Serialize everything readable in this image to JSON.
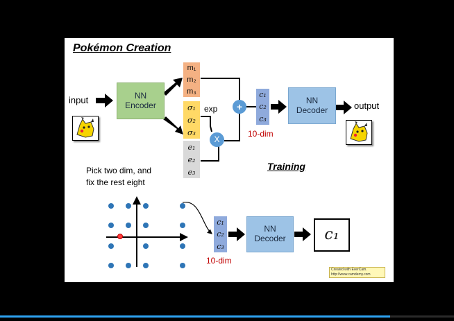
{
  "slide": {
    "title": "Pokémon Creation",
    "input_label": "input",
    "output_label": "output",
    "encoder_label": "NN\nEncoder",
    "decoder_label": "NN\nDecoder",
    "decoder2_label": "NN\nDecoder",
    "m_labels": [
      "m₁",
      "m₂",
      "m₃"
    ],
    "sigma_labels": [
      "σ₁",
      "σ₂",
      "σ₃"
    ],
    "e_labels": [
      "e₁",
      "e₂",
      "e₃"
    ],
    "c_labels": [
      "c₁",
      "c₂",
      "c₃"
    ],
    "c2_labels": [
      "c₁",
      "c₂",
      "c₃"
    ],
    "exp_label": "exp",
    "plus_label": "+",
    "times_label": "X",
    "dim_label": "10-dim",
    "dim2_label": "10-dim",
    "training_label": "Training",
    "pick_text_1": "Pick two dim, and",
    "pick_text_2": "fix the rest eight",
    "output_c_label": "c₁",
    "watermark_line1": "Created with EverCam.",
    "watermark_line2": "http://www.camdemy.com",
    "icons": [
      "pikachu-input-icon",
      "pikachu-output-icon"
    ],
    "colors": {
      "encoder": "#a8d08d",
      "decoder": "#9dc3e6",
      "m_box": "#f4b183",
      "sigma_box": "#ffd966",
      "e_box": "#d9d9d9",
      "c_box": "#8faadc",
      "circle": "#5b9bd5",
      "dot": "#2e75b6",
      "red": "#c00000",
      "accent_progress": "#2ea3f2"
    }
  }
}
